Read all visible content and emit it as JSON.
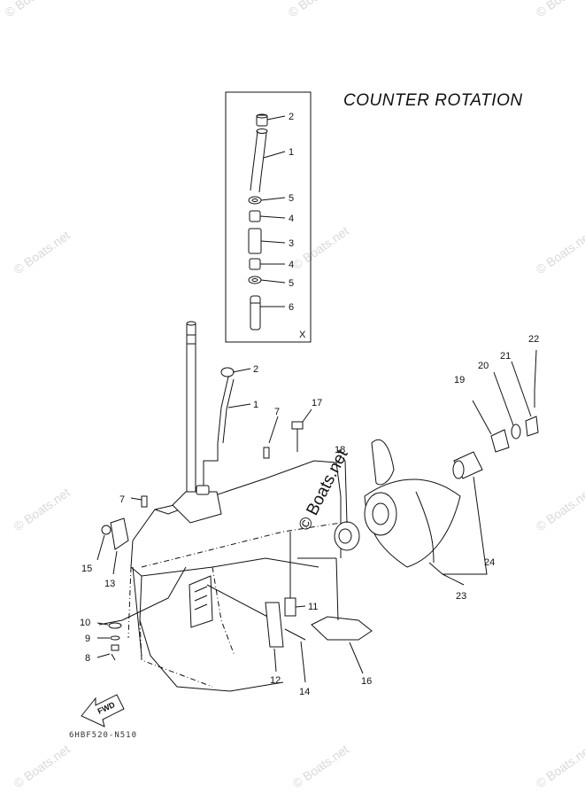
{
  "title": "COUNTER ROTATION",
  "inset_marker": "X",
  "fwd_label": "FWD",
  "diagram_code": "6HBF520-N510",
  "watermark": "© Boats.net",
  "callouts": [
    "1",
    "2",
    "3",
    "4",
    "5",
    "6",
    "7",
    "8",
    "9",
    "10",
    "11",
    "12",
    "13",
    "14",
    "15",
    "16",
    "17",
    "18",
    "19",
    "20",
    "21",
    "22",
    "23",
    "24"
  ]
}
